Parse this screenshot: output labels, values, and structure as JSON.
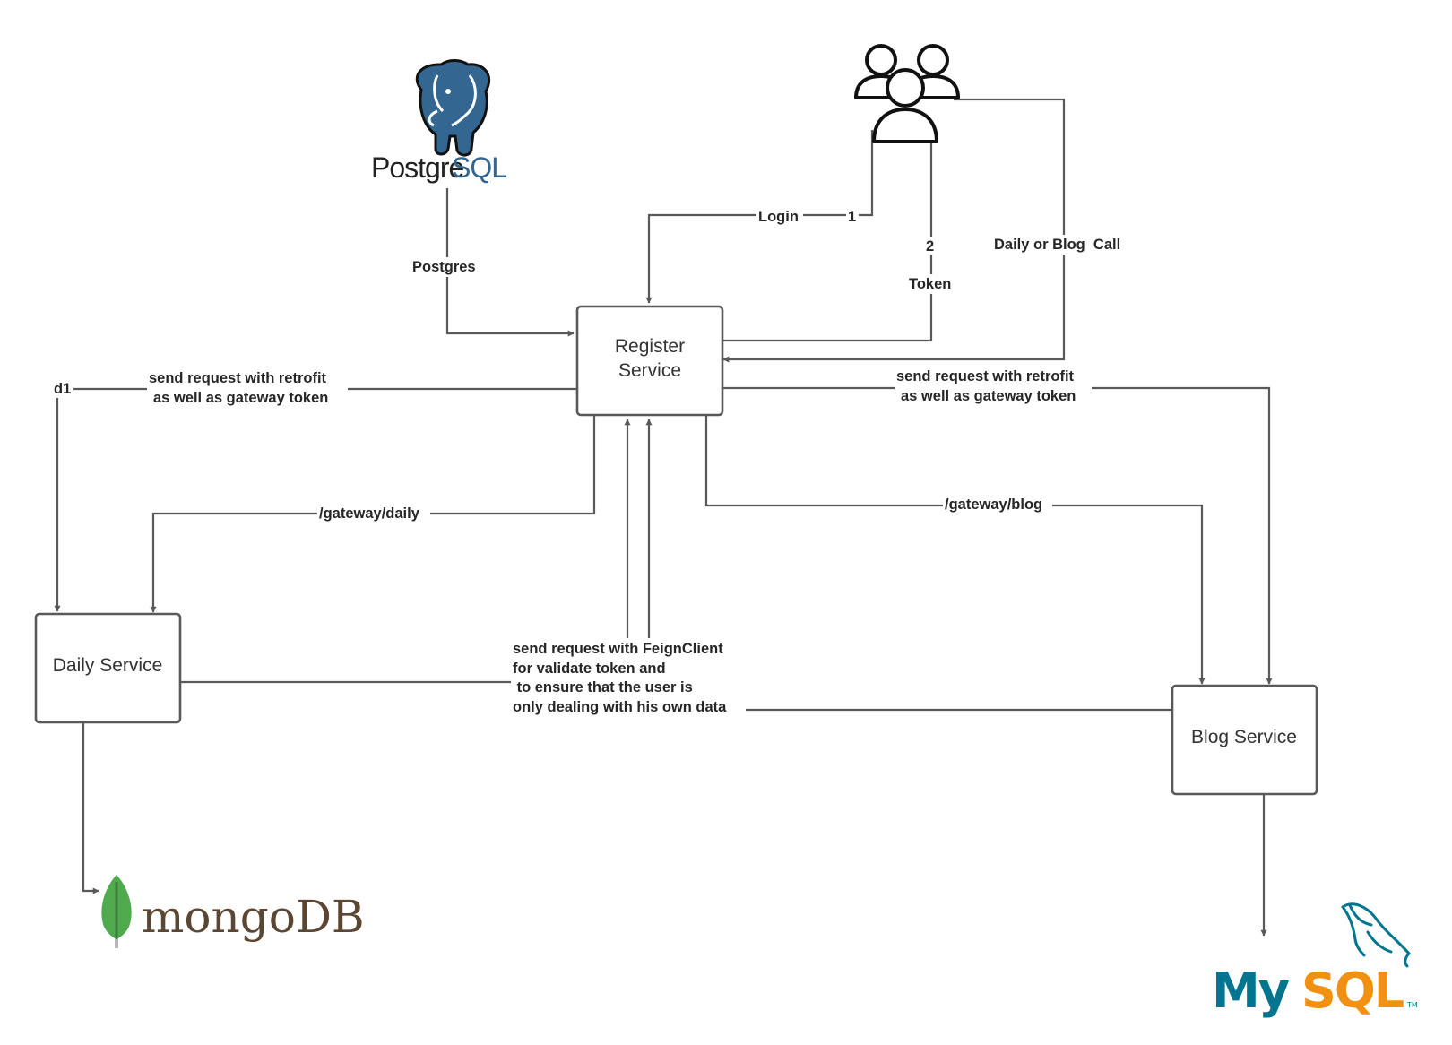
{
  "nodes": {
    "register": {
      "label_line1": "Register",
      "label_line2": "Service"
    },
    "daily": {
      "label": "Daily Service"
    },
    "blog": {
      "label": "Blog Service"
    }
  },
  "logos": {
    "postgres": {
      "text_a": "Postgre",
      "text_b": "SQL",
      "color": "#336791"
    },
    "mongodb": {
      "text": "mongoDB",
      "leaf_color": "#4fa94d",
      "text_color": "#5a4632"
    },
    "mysql": {
      "text_a": "My",
      "text_b": "SQL",
      "tm": "TM",
      "blue": "#00758f",
      "orange": "#f29111"
    },
    "users_icon": "users-group-icon"
  },
  "edge_labels": {
    "postgres": "Postgres",
    "login": "Login",
    "step1": "1",
    "step2": "2",
    "token": "Token",
    "daily_or_blog_call": "Daily or Blog  Call",
    "d1": "d1",
    "retrofit_left_1": "send request with retrofit",
    "retrofit_left_2": "as well as gateway token",
    "retrofit_right_1": "send request with retrofit",
    "retrofit_right_2": "as well as gateway token",
    "gateway_daily": "/gateway/daily",
    "gateway_blog": "/gateway/blog",
    "feign_1": "send request with FeignClient",
    "feign_2": "for validate token and",
    "feign_3": " to ensure that the user is",
    "feign_4": "only dealing with his own data"
  }
}
